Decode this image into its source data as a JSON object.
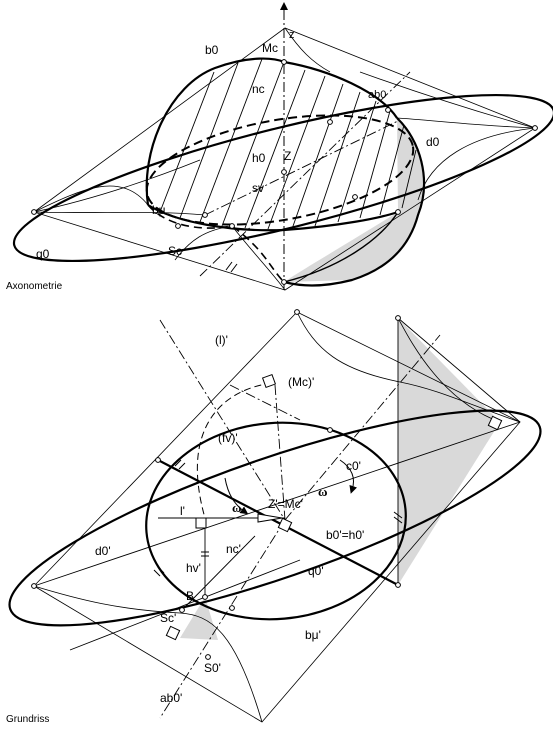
{
  "captions": {
    "top_view": "Axonometrie",
    "bottom_view": "Grundriss"
  },
  "labels_axonometric": {
    "z": "z",
    "Mc": "Mc",
    "b0": "b0",
    "nc": "nc",
    "ab0": "ab0",
    "d0": "d0",
    "h0": "h0",
    "Z": "Z",
    "sv": "sv",
    "bmu": "bμ",
    "Sc": "Sc",
    "q0": "q0"
  },
  "labels_plan": {
    "l_prime_paren": "(l)'",
    "Mc_prime_paren": "(Mc)'",
    "fv_prime_paren": "(fv)'",
    "c0_prime": "c0'",
    "omega_left": "ω",
    "omega_right": "ω",
    "l_prime": "l'",
    "Z_eq_Mc": "Z'=Mc'",
    "d0_prime": "d0'",
    "nc_prime": "nc'",
    "b0_eq_h0": "b0'=h0'",
    "hv_prime": "hv'",
    "q0_prime": "q0'",
    "B": "B",
    "Sc_prime": "Sc'",
    "S0_prime": "S0'",
    "bmu_prime": "bμ'",
    "ab0_prime": "ab0'"
  },
  "colors": {
    "ink": "#000000",
    "shade": "#d9d9d9",
    "paper": "#ffffff"
  }
}
